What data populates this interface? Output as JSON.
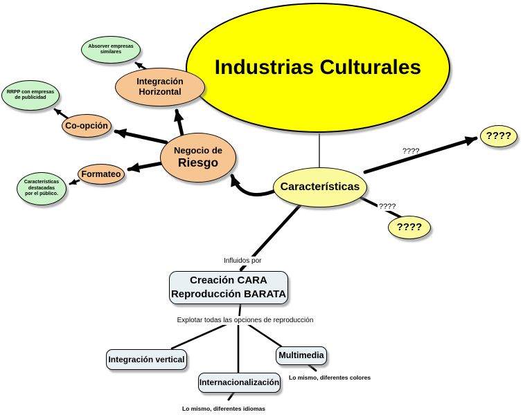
{
  "diagram": {
    "title": "Industrias Culturales",
    "nodes": {
      "industrias_culturales": {
        "label": "Industrias Culturales"
      },
      "absorver_empresas": {
        "label": "Absorver empresas\nsimilares"
      },
      "integracion_horizontal": {
        "label": "Integración Horizontal"
      },
      "rrpp_publicidad": {
        "label": "RRPP con empresas\nde publicidad"
      },
      "co_opcion": {
        "label": "Co-opción"
      },
      "negocio_de_riesgo": {
        "line1": "Negocio de",
        "line2": "Riesgo"
      },
      "formateo": {
        "label": "Formateo"
      },
      "caracteristicas_destacadas": {
        "label": "Características\ndestacadas\npor el  público."
      },
      "caracteristicas": {
        "label": "Características"
      },
      "unknown_top_right": {
        "label": "????"
      },
      "unknown_bottom_right": {
        "label": "????"
      },
      "creacion_reproduccion": {
        "label": "Creación CARA\nReproducción BARATA"
      },
      "integracion_vertical": {
        "label": "Integración vertical"
      },
      "internacionalizacion": {
        "label": "Internacionalización"
      },
      "multimedia": {
        "label": "Multimedia"
      }
    },
    "edge_labels": {
      "question_top": "????",
      "question_bottom": "????",
      "influidos_por": "Influidos por",
      "explotar": "Explotar todas las opciones de reproducción",
      "lo_mismo_colores": "Lo mismo, diferentes colores",
      "lo_mismo_idiomas": "Lo mismo, diferentes idiomas"
    },
    "colors": {
      "main_topic_yellow": "#ffff00",
      "question_pale_yellow": "#fbfb9e",
      "subtopic_orange": "#f7c591",
      "leaf_green": "#ccf4ca",
      "box_fill": "#e9f0f3",
      "line_black": "#000000",
      "background": "#ffffff"
    }
  }
}
